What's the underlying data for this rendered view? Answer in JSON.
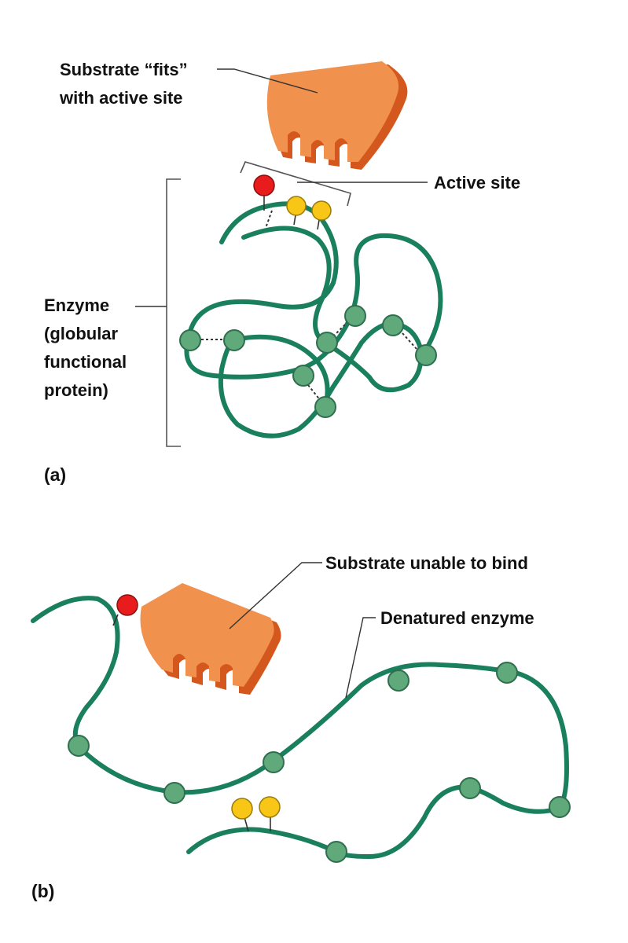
{
  "colors": {
    "chain": "#1a7f5c",
    "green_bead": "#5fa97a",
    "bead_stroke": "#2f6e4f",
    "red_bead": "#e81c1c",
    "yellow_bead": "#f7c616",
    "substrate_face": "#f0914e",
    "substrate_edge": "#d4581d"
  },
  "panel_a": {
    "label": "(a)",
    "substrate_label": [
      "Substrate “fits”",
      "with active site"
    ],
    "active_site_label": "Active site",
    "enzyme_label": [
      "Enzyme",
      "(globular",
      "functional",
      "protein)"
    ]
  },
  "panel_b": {
    "label": "(b)",
    "substrate_label": "Substrate unable to bind",
    "denatured_label": "Denatured enzyme"
  }
}
